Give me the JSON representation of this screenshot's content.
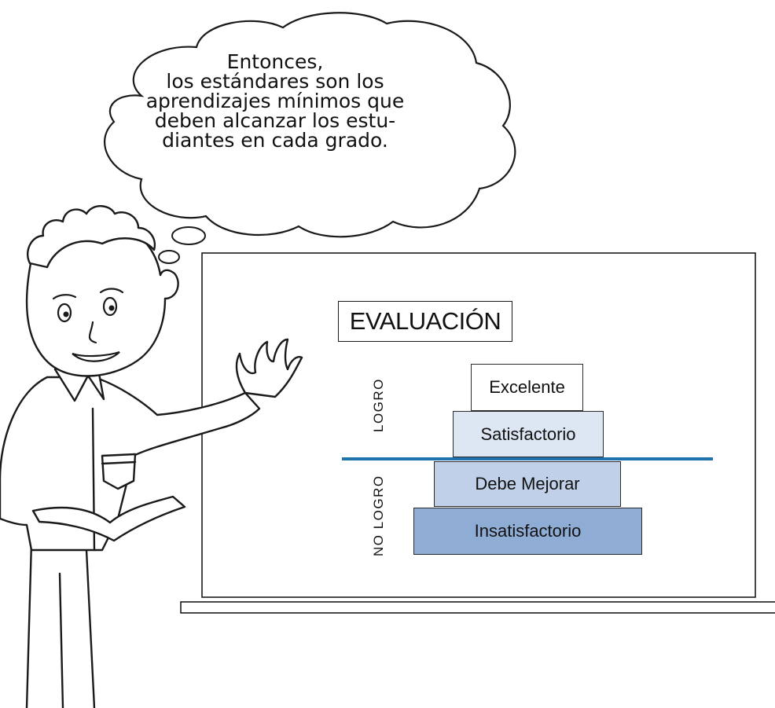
{
  "speech_bubble": {
    "lines": [
      "Entonces,",
      "los estándares son los",
      "aprendizajes mínimos que",
      "deben alcanzar los estu-",
      "diantes en cada grado."
    ]
  },
  "board": {
    "title": "EVALUACIÓN",
    "group_labels": {
      "achieved": "LOGRO",
      "not_achieved": "NO LOGRO"
    },
    "levels": [
      {
        "label": "Excelente",
        "color": "#ffffff"
      },
      {
        "label": "Satisfactorio",
        "color": "#dde6f3"
      },
      {
        "label": "Debe Mejorar",
        "color": "#bfd0e8"
      },
      {
        "label": "Insatisfactorio",
        "color": "#8facd4"
      }
    ],
    "divider_color": "#1e72ad"
  }
}
